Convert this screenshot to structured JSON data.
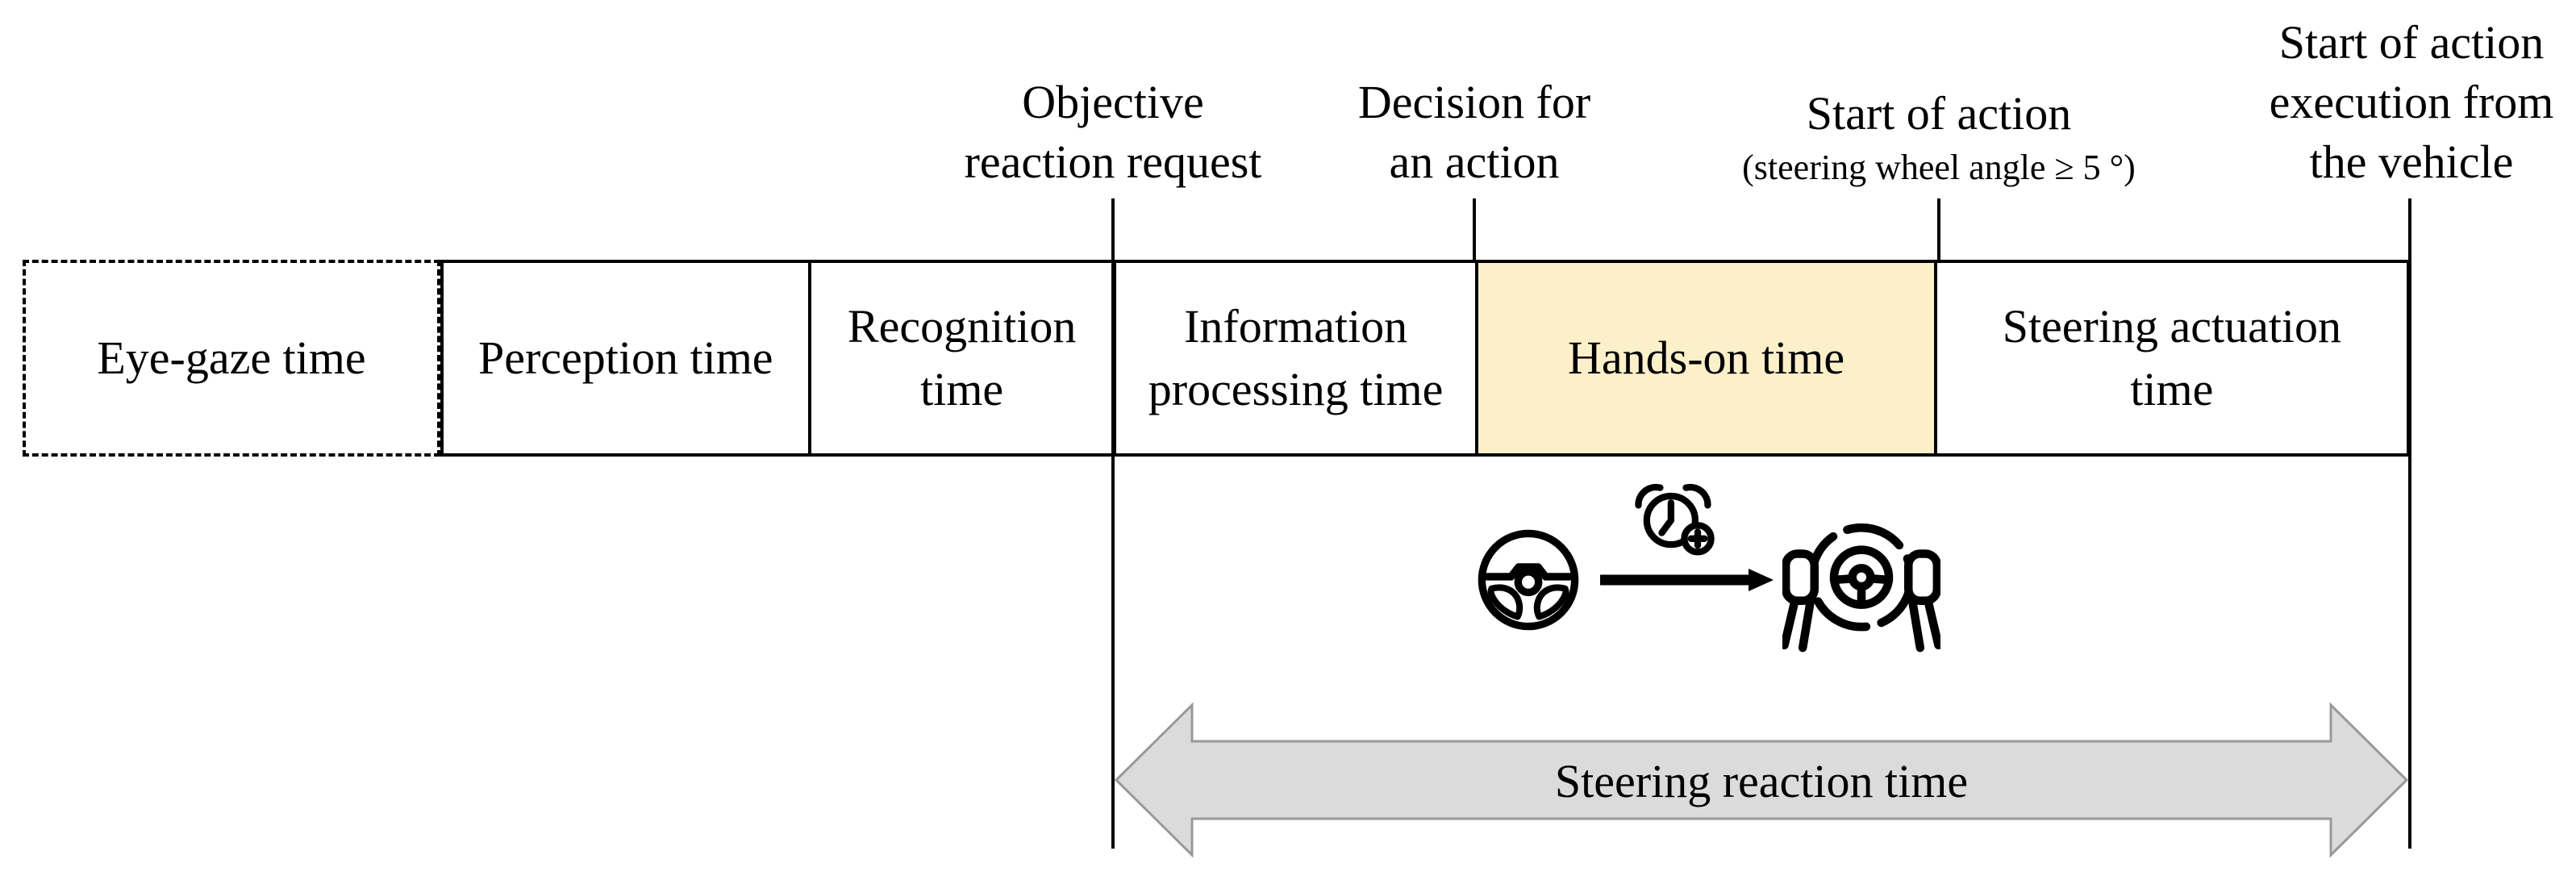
{
  "figure": {
    "milestones": {
      "objective": {
        "line1": "Objective",
        "line2": "reaction request"
      },
      "decision": {
        "line1": "Decision for",
        "line2": "an action"
      },
      "start_of_action": {
        "line1": "Start of action",
        "line2": "(steering wheel angle ≥ 5 °)"
      },
      "vehicle": {
        "line1": "Start of action",
        "line2": "execution from",
        "line3": "the vehicle"
      }
    },
    "phases": {
      "eye_gaze": {
        "label": "Eye-gaze time"
      },
      "perception": {
        "label": "Perception time"
      },
      "recognition": {
        "line1": "Recognition",
        "line2": "time"
      },
      "information": {
        "line1": "Information",
        "line2": "processing time"
      },
      "hands_on": {
        "label": "Hands-on time"
      },
      "steering_actuation": {
        "line1": "Steering actuation",
        "line2": "time"
      }
    },
    "span_arrow": {
      "label": "Steering reaction time"
    },
    "icons": {
      "steering_wheel": "steering-wheel-icon",
      "timer_plus": "clock-plus-icon",
      "transition": "arrow-right-icon",
      "hands_on_wheel": "hands-on-wheel-icon"
    },
    "colors": {
      "ink": "#000000",
      "highlight": "#FCF0CA",
      "arrow_fill": "#DBDBDB",
      "arrow_stroke": "#999999",
      "background": "#FFFFFF"
    }
  }
}
